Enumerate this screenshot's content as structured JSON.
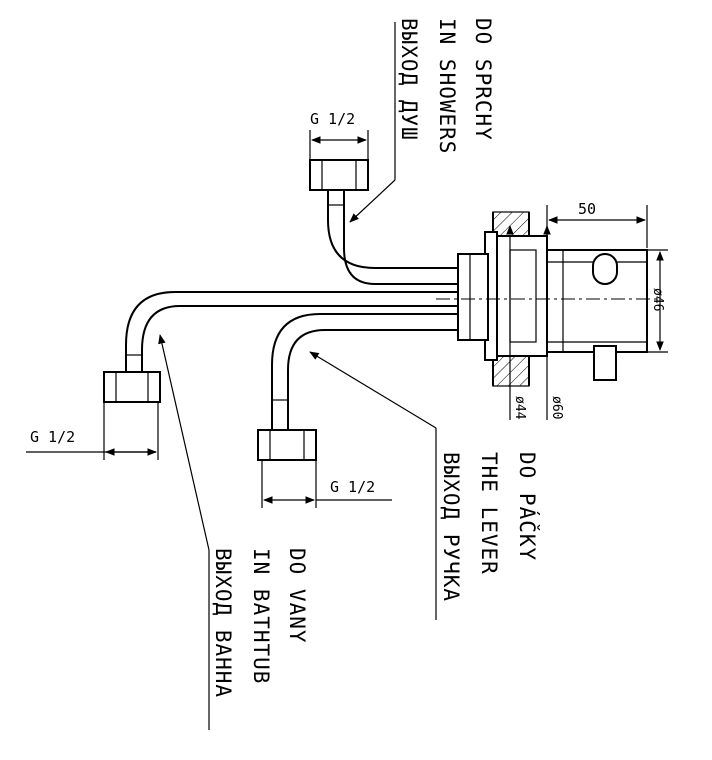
{
  "callouts": {
    "shower": {
      "line1": "DO SPRCHY",
      "line2": "IN SHOWERS",
      "line3": "ВЫХОД ДУШ"
    },
    "lever": {
      "line1": "DO PÁČKY",
      "line2": "THE LEVER",
      "line3": "ВЫХОД РУЧКА"
    },
    "bathtub": {
      "line1": "DO VANY",
      "line2": "IN BATHTUB",
      "line3": "ВЫХОД ВАННА"
    }
  },
  "dimensions": {
    "thread_top": "G 1/2",
    "thread_left": "G 1/2",
    "thread_bottom": "G 1/2",
    "length_50": "50",
    "dia_46": "ø46",
    "dia_44": "ø44",
    "dia_60": "ø60"
  }
}
